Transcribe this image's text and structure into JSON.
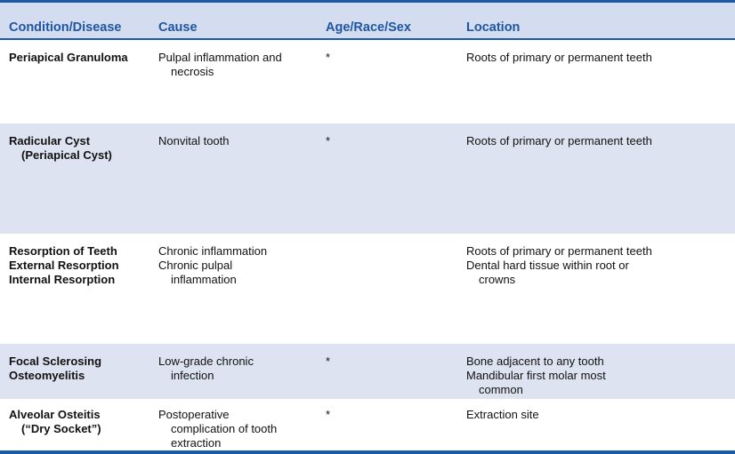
{
  "table": {
    "headers": [
      "Condition/Disease",
      "Cause",
      "Age/Race/Sex",
      "Location"
    ],
    "rows": [
      {
        "condition": [
          "Periapical Granuloma"
        ],
        "cause": [
          "Pulpal inflammation and",
          "necrosis"
        ],
        "age": [
          "*"
        ],
        "location": [
          "Roots of primary or permanent teeth"
        ]
      },
      {
        "condition": [
          "Radicular Cyst",
          "(Periapical Cyst)"
        ],
        "cause": [
          "Nonvital tooth"
        ],
        "age": [
          "*"
        ],
        "location": [
          "Roots of primary or permanent teeth"
        ]
      },
      {
        "condition": [
          "Resorption of Teeth",
          "External Resorption",
          "Internal Resorption"
        ],
        "cause": [
          "Chronic inflammation",
          "Chronic pulpal",
          "inflammation"
        ],
        "age": [],
        "location": [
          "Roots of primary or permanent teeth",
          "Dental hard tissue within root or",
          "crowns"
        ]
      },
      {
        "condition": [
          "Focal Sclerosing",
          "Osteomyelitis"
        ],
        "cause": [
          "Low-grade chronic",
          "infection"
        ],
        "age": [
          "*"
        ],
        "location": [
          "Bone adjacent to any tooth",
          "Mandibular first molar most",
          "common"
        ]
      },
      {
        "condition": [
          "Alveolar Osteitis",
          "(“Dry Socket”)"
        ],
        "cause": [
          "Postoperative",
          "complication of tooth",
          "extraction"
        ],
        "age": [
          "*"
        ],
        "location": [
          "Extraction site"
        ]
      }
    ]
  }
}
